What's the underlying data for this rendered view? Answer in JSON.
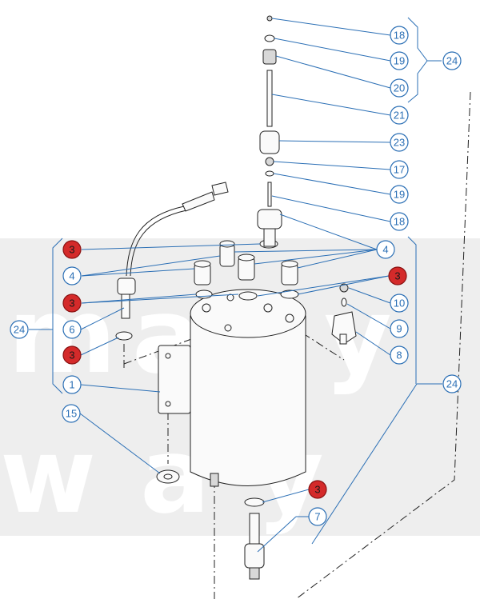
{
  "watermark": {
    "text": "many way",
    "color": "#eeeeee"
  },
  "colors": {
    "callout_blue": "#2b6fb5",
    "callout_red": "#d42a2a"
  },
  "callouts": {
    "c18_top": "18",
    "c19_top": "19",
    "c20": "20",
    "c21": "21",
    "c23": "23",
    "c17": "17",
    "c19_mid": "19",
    "c18_mid": "18",
    "c24_top": "24",
    "c4_right": "4",
    "c4_left": "4",
    "c3_a": "3",
    "c3_b": "3",
    "c3_c": "3",
    "c3_d": "3",
    "c3_e": "3",
    "c10": "10",
    "c9": "9",
    "c8": "8",
    "c6": "6",
    "c24_left": "24",
    "c24_right": "24",
    "c1": "1",
    "c15": "15",
    "c7": "7"
  }
}
